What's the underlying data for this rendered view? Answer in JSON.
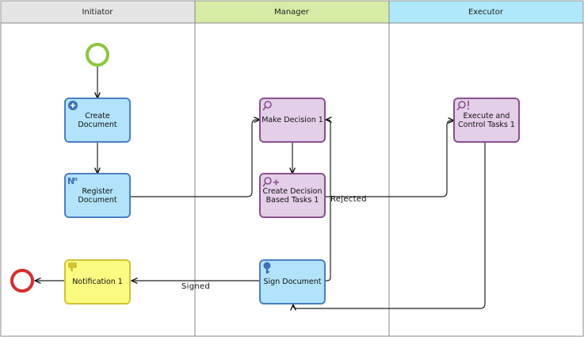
{
  "lanes": {
    "initiator": "Initiator",
    "manager": "Manager",
    "executor": "Executor"
  },
  "tasks": {
    "create_document": "Create Document",
    "register_document": "Register\nDocument",
    "make_decision": "Make Decision 1",
    "create_decision_tasks": "Create Decision\nBased Tasks 1",
    "execute_control": "Execute and\nControl Tasks 1",
    "sign_document": "Sign Document",
    "notification": "Notification 1"
  },
  "flows": {
    "rejected": "Rejected",
    "signed": "Signed"
  },
  "icons": {
    "create_document": "plus-circle-icon",
    "register_document": "number-sign-icon",
    "make_decision": "search-icon",
    "create_decision_tasks": "search-plus-icon",
    "execute_control": "search-exclamation-icon",
    "sign_document": "key-icon",
    "notification": "thumbs-down-icon"
  },
  "colors": {
    "blue_task_fill": "#b3e3fb",
    "blue_task_stroke": "#4a7fc1",
    "purple_task_fill": "#e3cfe8",
    "purple_task_stroke": "#8a4f8f",
    "yellow_task_fill": "#fbfb82",
    "yellow_task_stroke": "#d4c234",
    "start_event": "#8cc63f",
    "end_event": "#d62d2d",
    "lane_initiator": "#e5e5e5",
    "lane_manager": "#d6eca6",
    "lane_executor": "#b0e8fb"
  }
}
